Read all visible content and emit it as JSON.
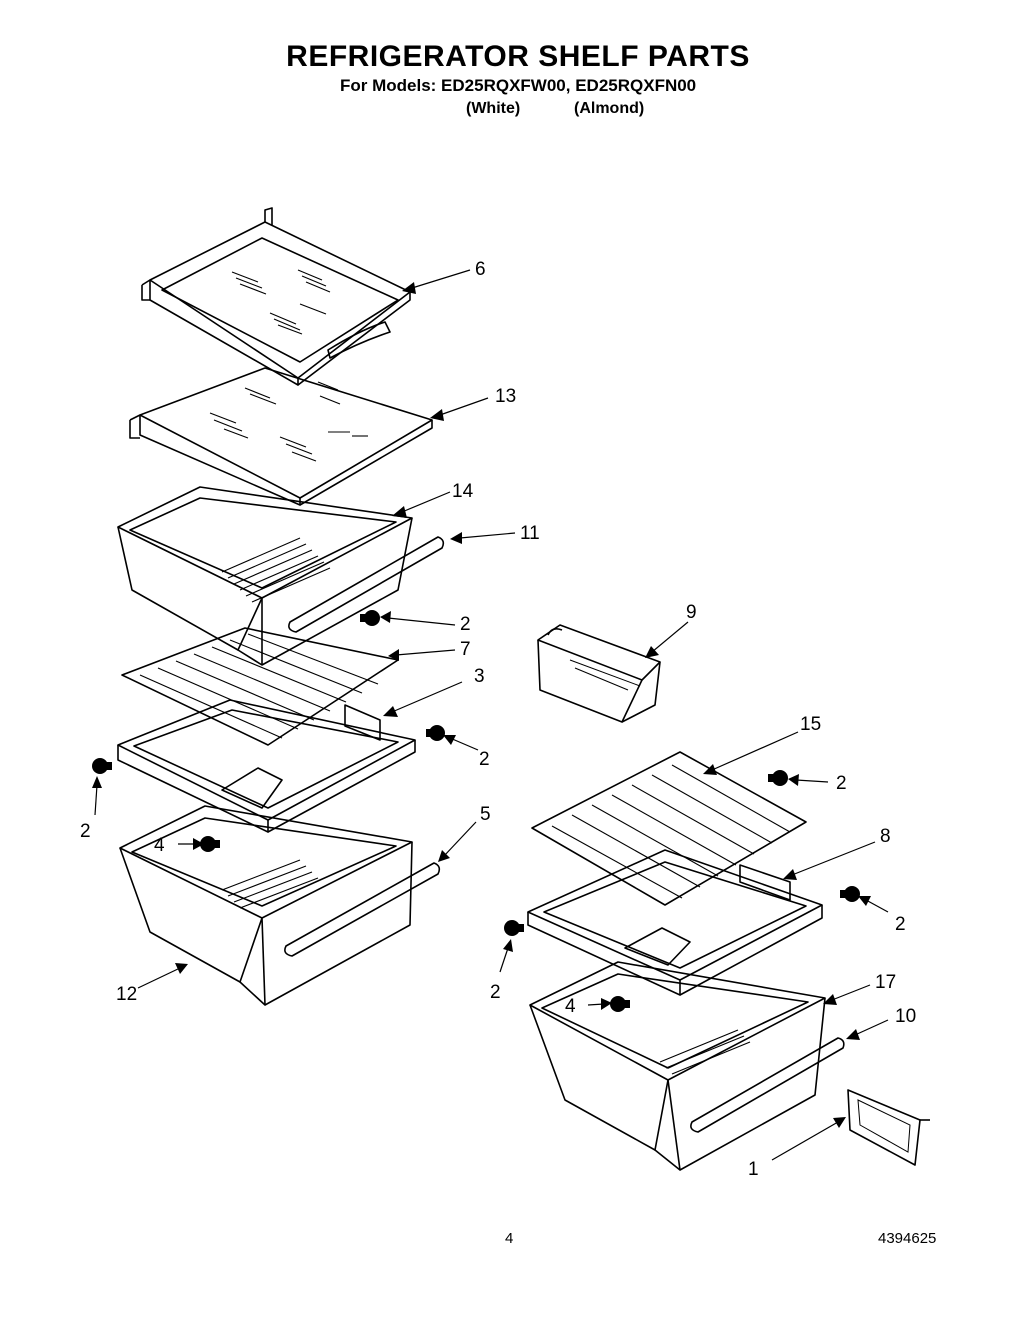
{
  "header": {
    "title": "REFRIGERATOR SHELF PARTS",
    "subtitle": "For Models: ED25RQXFW00, ED25RQXFN00",
    "color_white": "(White)",
    "color_almond": "(Almond)"
  },
  "footer": {
    "page_number": "4",
    "document_number": "4394625"
  },
  "callouts": {
    "c6": "6",
    "c13": "13",
    "c14": "14",
    "c11": "11",
    "c2a": "2",
    "c7": "7",
    "c3": "3",
    "c9": "9",
    "c2b": "2",
    "c2c": "2",
    "c15": "15",
    "c2d": "2",
    "c4a": "4",
    "c5": "5",
    "c8": "8",
    "c2e": "2",
    "c12": "12",
    "c2f": "2",
    "c17": "17",
    "c4b": "4",
    "c10": "10",
    "c1": "1"
  }
}
